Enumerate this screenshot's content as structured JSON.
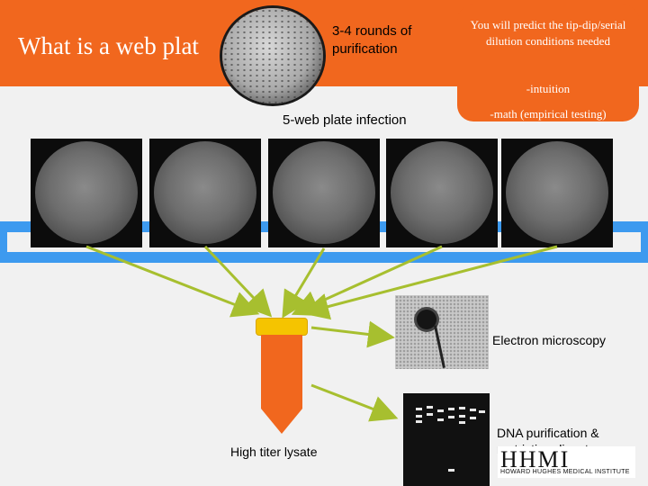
{
  "slide": {
    "title": "What is a web plat",
    "rounds_label": "3-4 rounds of purification",
    "callout": {
      "text": "You will predict the tip-dip/serial dilution conditions needed",
      "item1": "-intuition",
      "item2": "-math (empirical testing)"
    },
    "web_plate_label": "5-web plate infection",
    "lysate_label": "High titer lysate",
    "em_label": "Electron microscopy",
    "dna_label": "DNA purification & restriction digest",
    "logo": {
      "text": "HHMI",
      "subtext": "HOWARD HUGHES MEDICAL INSTITUTE"
    },
    "plates": [
      {
        "name": "web-plate-1"
      },
      {
        "name": "web-plate-2"
      },
      {
        "name": "web-plate-3"
      },
      {
        "name": "web-plate-4"
      },
      {
        "name": "web-plate-5"
      }
    ]
  },
  "colors": {
    "accent_orange": "#f1671e",
    "stripe_blue": "#3d9aef",
    "arrow_green": "#a7bf2f",
    "tube_cap": "#f5c400"
  }
}
